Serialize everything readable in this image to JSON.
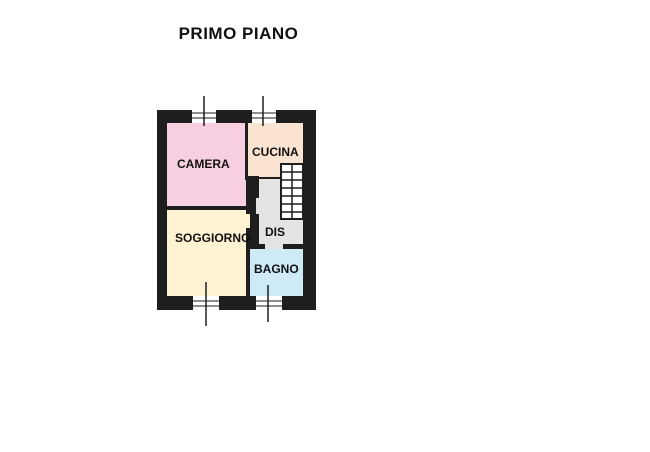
{
  "title": "PRIMO PIANO",
  "rooms": {
    "camera": "CAMERA",
    "cucina": "CUCINA",
    "soggiorno": "SOGGIORNO",
    "dis": "DIS",
    "bagno": "BAGNO"
  },
  "colors": {
    "camera": "#f7cfe0",
    "cucina": "#fbe3d2",
    "soggiorno": "#fdf2d2",
    "dis": "#e4e4e4",
    "bagno": "#cdeaf6",
    "wall": "#1e1e1e"
  }
}
